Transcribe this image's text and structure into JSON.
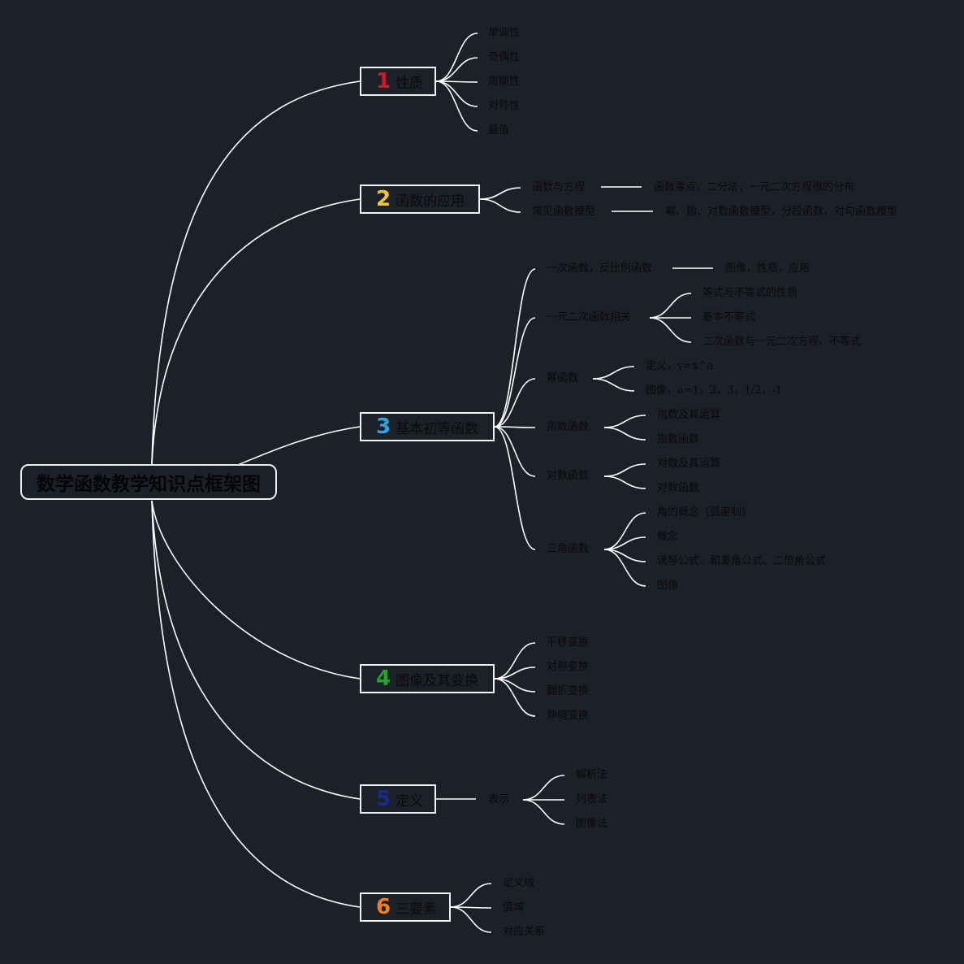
{
  "root": {
    "title": "数学函数教学知识点框架图"
  },
  "colors": {
    "background": "#1c2029",
    "lines": "#ffffff",
    "n1": "#d0182b",
    "n2": "#f4c531",
    "n3": "#2fa4e4",
    "n4": "#26a22f",
    "n5": "#1a2c8a",
    "n6": "#f57c1a"
  },
  "branches": [
    {
      "num": "1",
      "label": "性质",
      "children": [
        "单调性",
        "奇偶性",
        "周期性",
        "对称性",
        "最值"
      ]
    },
    {
      "num": "2",
      "label": "函数的应用",
      "children": [
        {
          "label": "函数与方程",
          "detail": "函数零点，二分法，一元二次方程根的分布"
        },
        {
          "label": "常见函数模型",
          "detail": "幂、指、对数函数模型，分段函数，对勾函数模型"
        }
      ]
    },
    {
      "num": "3",
      "label": "基本初等函数",
      "children": [
        {
          "label": "一次函数，反比例函数",
          "detail": "图像，性质，应用"
        },
        {
          "label": "一元二次函数相关",
          "items": [
            "等式与不等式的性质",
            "基本不等式",
            "二次函数与一元二次方程、不等式"
          ]
        },
        {
          "label": "幂函数",
          "items": [
            "定义，y=x^a",
            "图像，a=1，2，3，1/2，-1"
          ]
        },
        {
          "label": "指数函数",
          "items": [
            "指数及其运算",
            "指数函数"
          ]
        },
        {
          "label": "对数函数",
          "items": [
            "对数及其运算",
            "对数函数"
          ]
        },
        {
          "label": "三角函数",
          "items": [
            "角的概念（弧度制）",
            "概念",
            "诱导公式、和差角公式、二倍角公式",
            "图像"
          ]
        }
      ]
    },
    {
      "num": "4",
      "label": "图像及其变换",
      "children": [
        "平移变换",
        "对称变换",
        "翻折变换",
        "伸缩变换"
      ]
    },
    {
      "num": "5",
      "label": "定义",
      "children": [
        {
          "label": "表示",
          "items": [
            "解析法",
            "列表法",
            "图像法"
          ]
        }
      ]
    },
    {
      "num": "6",
      "label": "三要素",
      "children": [
        "定义域",
        "值域",
        "对应关系"
      ]
    }
  ]
}
